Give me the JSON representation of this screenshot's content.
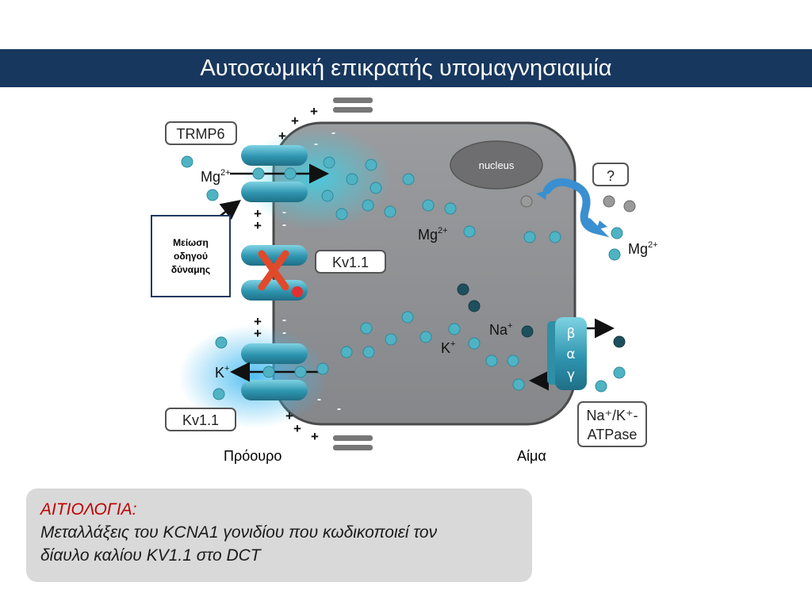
{
  "title": "Αυτοσωμική επικρατής υπομαγνησιαιμία",
  "diagram": {
    "nucleus": "nucleus",
    "trpm6": "TRMP6",
    "mg_left": "Mg",
    "mg_center": "Mg",
    "mg_right": "Mg",
    "mg_charge": "2+",
    "kv_center": "Kv1.1",
    "kv_bottom": "Kv1.1",
    "k_left": "K",
    "k_center": "K",
    "na": "Na",
    "plus_sup": "+",
    "question": "?",
    "subunit_beta": "β",
    "subunit_alpha": "α",
    "subunit_gamma": "γ",
    "atpase_line1": "Na⁺/K⁺-",
    "atpase_line2": "ATPase",
    "plus": "+",
    "minus": "-"
  },
  "callout": {
    "line1": "Μείωση",
    "line2": "οδηγού",
    "line3": "δύναμης"
  },
  "labels": {
    "left_side": "Πρόουρο",
    "right_side": "Αίμα"
  },
  "etiology": {
    "heading": "ΑΙΤΙΟΛΟΓΙΑ:",
    "line1": "Μεταλλάξεις του KCNA1 γονιδίου που κωδικοποιεί τον",
    "line2": "δίαυλο καλίου KV1.1 στο DCT"
  },
  "colors": {
    "title_bg": "#17375e",
    "cell_fill": "#8f9194",
    "ion": "#4fb3c4",
    "channel": "#3a9fb8",
    "note_bg": "#d9d9d9",
    "heading_red": "#c00000",
    "blocked_x": "#e04a2a"
  },
  "icons": [
    "blocked-x-icon",
    "exchanger-arrow-icon",
    "arrow-icon"
  ]
}
